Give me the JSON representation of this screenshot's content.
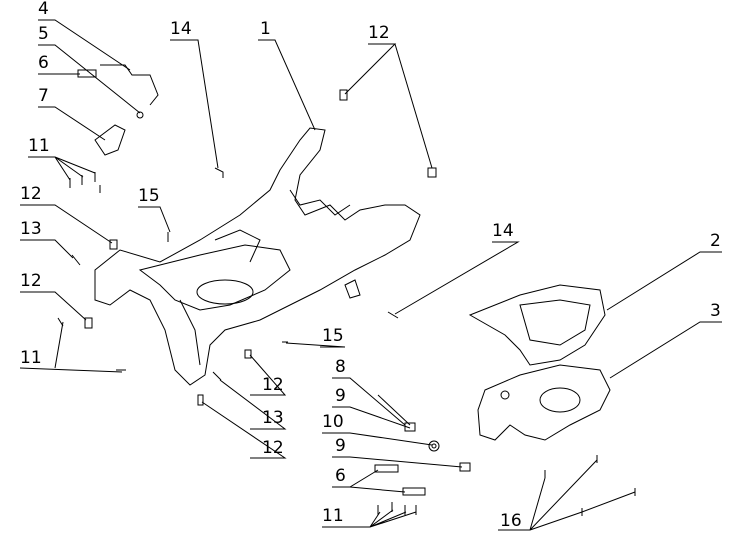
{
  "callouts": [
    {
      "number": "4"
    },
    {
      "number": "5"
    },
    {
      "number": "6"
    },
    {
      "number": "7"
    },
    {
      "number": "11"
    },
    {
      "number": "12"
    },
    {
      "number": "13"
    },
    {
      "number": "12"
    },
    {
      "number": "11"
    },
    {
      "number": "14"
    },
    {
      "number": "1"
    },
    {
      "number": "12"
    },
    {
      "number": "15"
    },
    {
      "number": "14"
    },
    {
      "number": "2"
    },
    {
      "number": "3"
    },
    {
      "number": "15"
    },
    {
      "number": "12"
    },
    {
      "number": "13"
    },
    {
      "number": "12"
    },
    {
      "number": "8"
    },
    {
      "number": "9"
    },
    {
      "number": "10"
    },
    {
      "number": "9"
    },
    {
      "number": "6"
    },
    {
      "number": "11"
    },
    {
      "number": "16"
    }
  ]
}
